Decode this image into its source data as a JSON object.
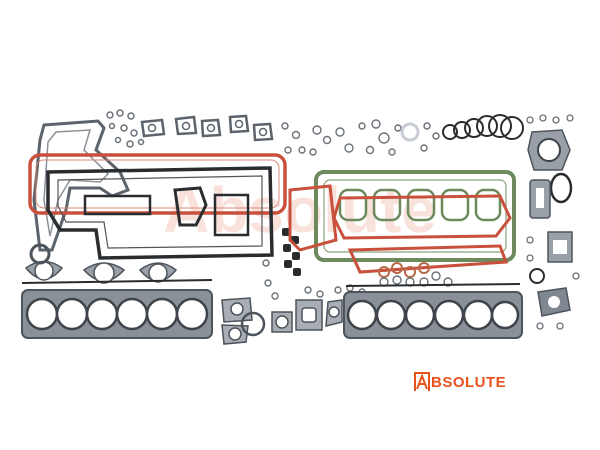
{
  "image": {
    "subject": "engine gasket kit laid out on white background",
    "colors": {
      "background": "#ffffff",
      "metal": "#7f8790",
      "metal_dark": "#4d545c",
      "steel_ring": "#c7ccd2",
      "red_gasket": "#c8503c",
      "green_gasket": "#6d8a5d",
      "copper": "#b86a48",
      "black_rubber": "#2a2d30",
      "watermark": "#f3cfc4",
      "brand": "#e8531c"
    }
  },
  "watermark": {
    "text": "Absolute"
  },
  "logo": {
    "text": "BSOLUTE",
    "mark_letter": "A"
  }
}
